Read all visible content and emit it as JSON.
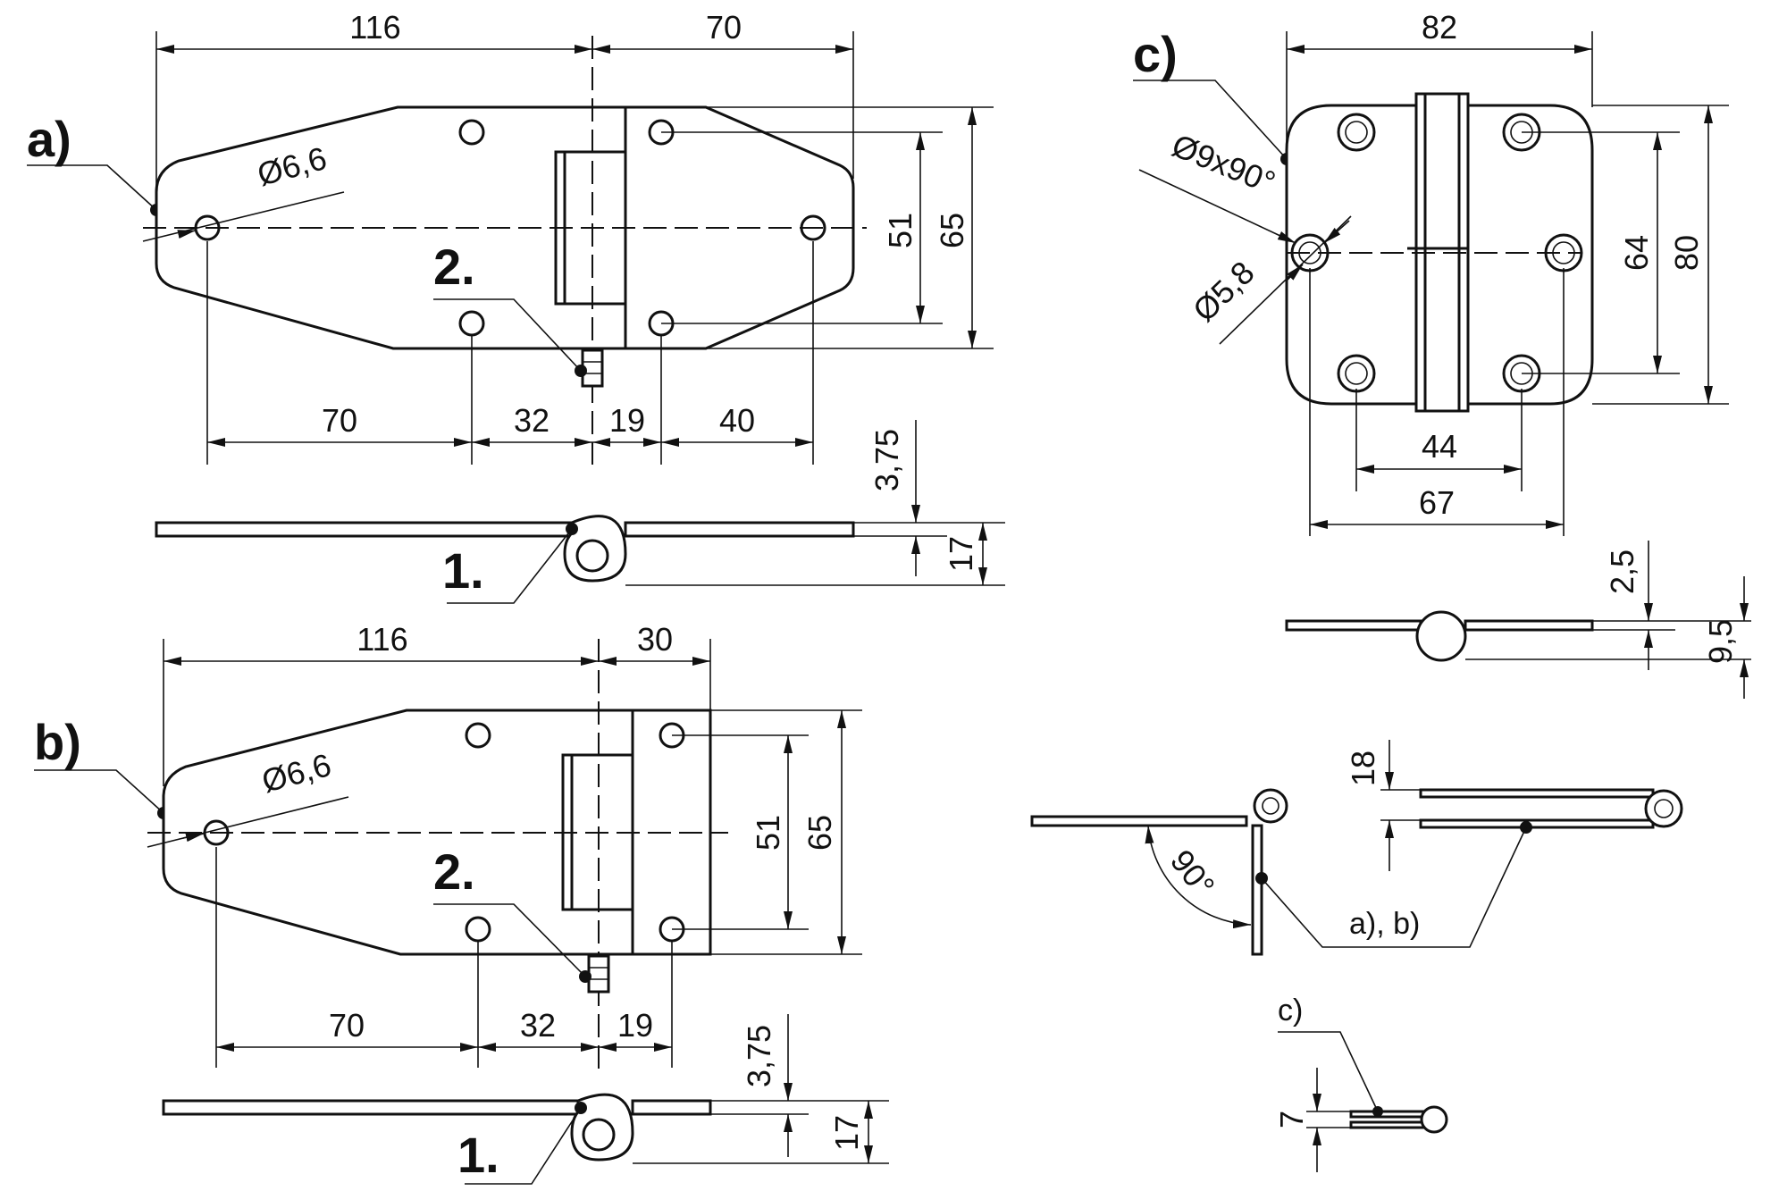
{
  "colors": {
    "line": "#111111",
    "background": "#ffffff"
  },
  "labels": {
    "view_a": "a)",
    "view_b": "b)",
    "view_c": "c)",
    "item_1": "1.",
    "item_2": "2.",
    "ab_callout": "a), b)",
    "c_callout": "c)"
  },
  "view_a": {
    "len_left": "116",
    "len_right": "70",
    "hole_dia": "Ø6,6",
    "inner_height": "51",
    "outer_height": "65",
    "b1": "70",
    "b2": "32",
    "b3": "19",
    "b4": "40",
    "thickness": "3,75",
    "side_height": "17"
  },
  "view_b": {
    "len_left": "116",
    "len_right": "30",
    "hole_dia": "Ø6,6",
    "inner_height": "51",
    "outer_height": "65",
    "b1": "70",
    "b2": "32",
    "b3": "19",
    "thickness": "3,75",
    "side_height": "17"
  },
  "view_c": {
    "width": "82",
    "csk": "Ø9x90°",
    "hole_dia": "Ø5,8",
    "inner_height": "64",
    "outer_height": "80",
    "b_inner": "44",
    "b_outer": "67",
    "thickness": "2,5",
    "side_height": "9,5"
  },
  "open_views": {
    "angle": "90°",
    "gap": "18",
    "c_height": "7"
  }
}
